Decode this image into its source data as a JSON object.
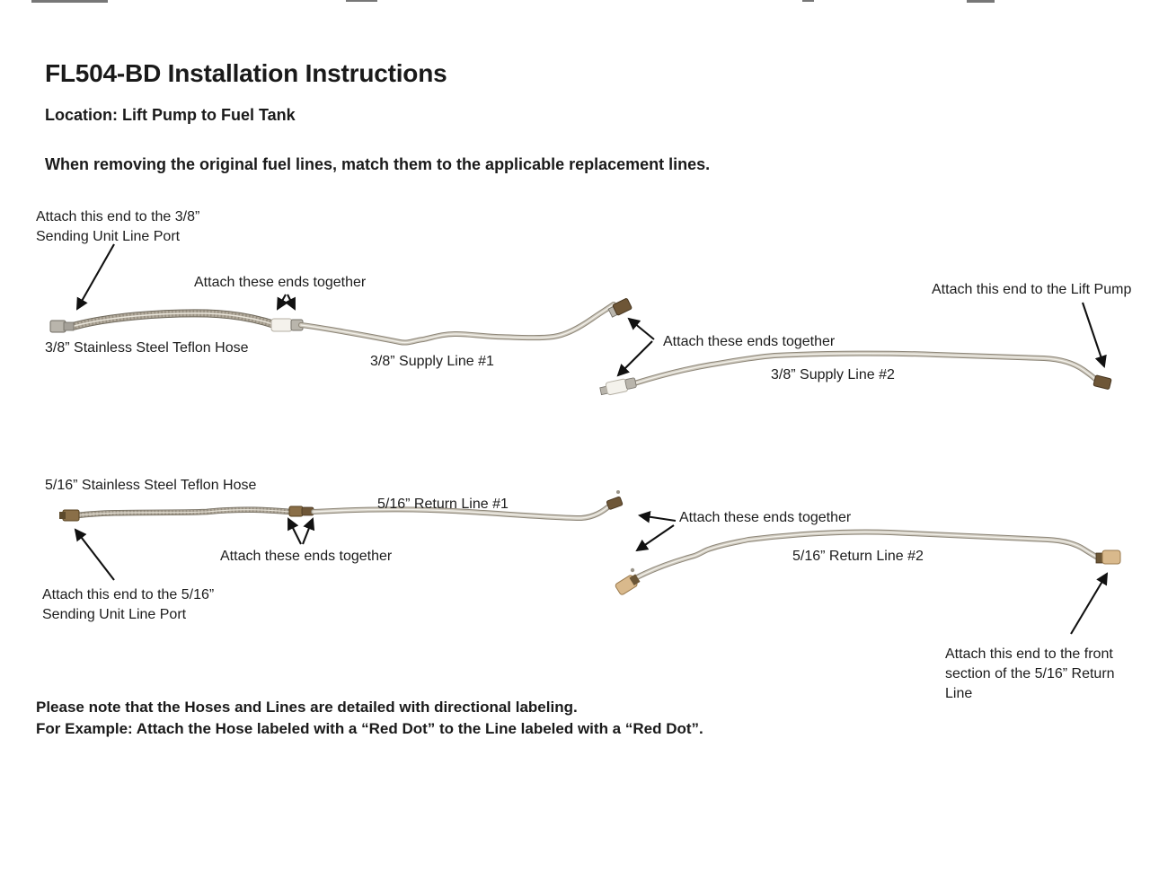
{
  "document": {
    "title": "FL504-BD Installation Instructions",
    "location_line": "Location: Lift Pump to Fuel Tank",
    "intro_line": "When removing the original fuel lines, match them to the applicable replacement lines.",
    "footer_note": "Please note that the Hoses and Lines are detailed with directional labeling.\nFor Example: Attach the Hose labeled with a “Red Dot” to the Line labeled with a “Red Dot”."
  },
  "supply_assembly": {
    "hose_label": "3/8” Stainless Steel Teflon Hose",
    "line1_label": "3/8” Supply Line #1",
    "line2_label": "3/8” Supply Line #2",
    "annotation_sending_unit": "Attach this end to the 3/8”\nSending Unit Line Port",
    "annotation_join_hose_line1": "Attach these ends together",
    "annotation_join_line1_line2": "Attach these ends together",
    "annotation_lift_pump": "Attach this end to the Lift Pump"
  },
  "return_assembly": {
    "hose_label": "5/16” Stainless Steel Teflon Hose",
    "line1_label": "5/16” Return Line #1",
    "line2_label": "5/16” Return Line #2",
    "annotation_sending_unit": "Attach this end to the 5/16”\nSending Unit Line Port",
    "annotation_join_hose_line1": "Attach these ends together",
    "annotation_join_line1_line2": "Attach these ends together",
    "annotation_front_section": "Attach this end to the front\nsection of the 5/16” Return\nLine"
  },
  "colors": {
    "text": "#1a1a1a",
    "tube_body": "#cdc8bd",
    "tube_edge": "#8d8678",
    "hose_braid": "#b3ab9d",
    "brass_fitting": "#7a6140",
    "tan_fitting": "#d9b98c",
    "white_fitting": "#f4f2ec",
    "silver_fitting": "#b9b5ac"
  }
}
